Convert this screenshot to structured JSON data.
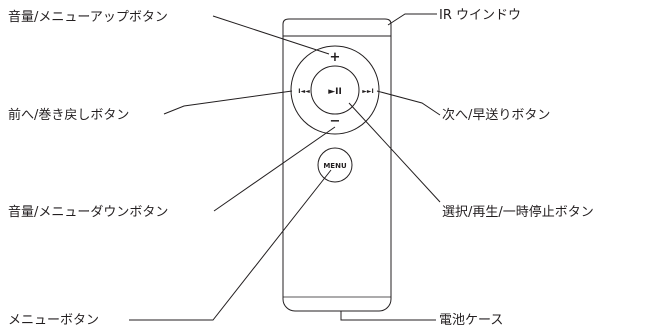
{
  "remote": {
    "plus_symbol": "+",
    "minus_symbol": "−",
    "play_pause_symbol": "►II",
    "previous_symbol": "I◄◄",
    "next_symbol": "►►I",
    "menu_label": "MENU"
  },
  "callouts": {
    "volume_up_menu_up": "音量/メニューアップボタン",
    "ir_window": "IR ウインドウ",
    "previous_rewind": "前へ/巻き戻しボタン",
    "next_fast_forward": "次へ/早送りボタン",
    "volume_down_menu_down": "音量/メニューダウンボタン",
    "select_play_pause": "選択/再生/一時停止ボタン",
    "menu_button": "メニューボタン",
    "battery_case": "電池ケース"
  },
  "icons": {
    "ir_window": "ir-window-icon",
    "previous": "previous-icon",
    "next": "next-icon",
    "play_pause": "play-pause-icon"
  },
  "colors": {
    "line": "#231f20",
    "background": "#ffffff"
  }
}
